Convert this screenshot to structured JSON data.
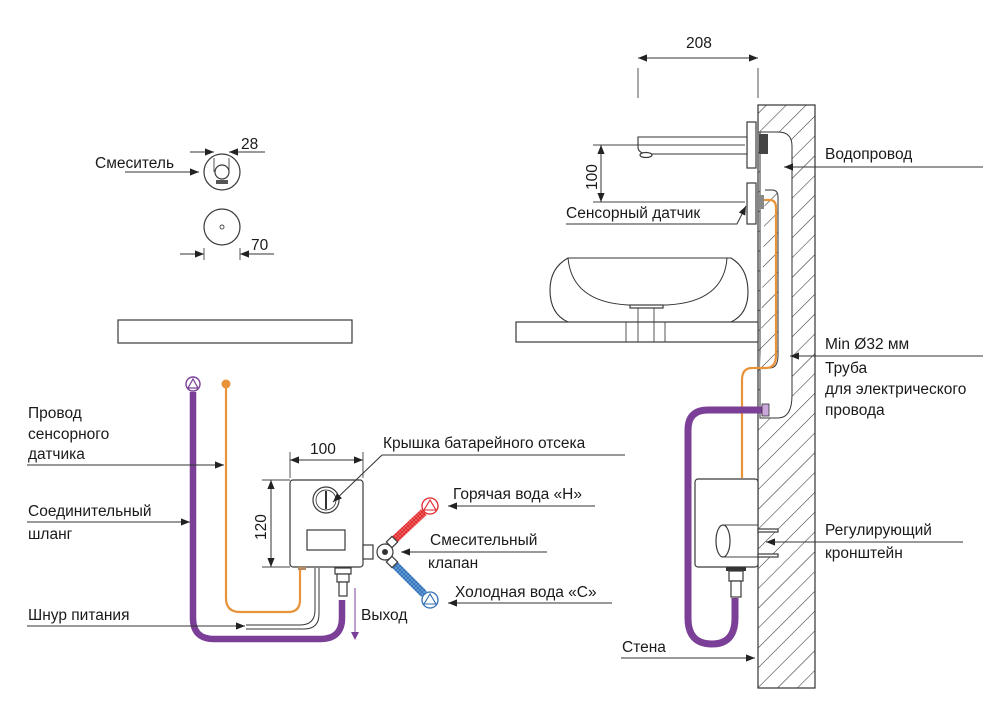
{
  "colors": {
    "hose": "#7b3f98",
    "sensor_wire": "#e8923a",
    "hot": "#e0262a",
    "cold": "#2f6fb5",
    "line": "#333333"
  },
  "top_view": {
    "mixer_label": "Смеситель",
    "dim_28": "28",
    "dim_70": "70"
  },
  "front_view": {
    "dim_100_width": "100",
    "dim_120_height": "120",
    "labels": {
      "sensor_wire": [
        "Провод",
        "сенсорного",
        "датчика"
      ],
      "connecting_hose": [
        "Соединительный",
        "шланг"
      ],
      "power_cord": "Шнур питания",
      "battery_cover": "Крышка батарейного отсека",
      "hot_water": "Горячая вода «H»",
      "mixing_valve": [
        "Смесительный",
        "клапан"
      ],
      "cold_water": "Холодная вода «C»",
      "outlet": "Выход"
    }
  },
  "side_view": {
    "dim_208": "208",
    "dim_100": "100",
    "labels": {
      "water_supply": "Водопровод",
      "touch_sensor": "Сенсорный датчик",
      "min_diameter": "Min Ø32 мм",
      "conduit": [
        "Труба",
        "для электрического",
        "провода"
      ],
      "bracket": [
        "Регулирующий",
        "кронштейн"
      ],
      "wall": "Стена"
    }
  }
}
